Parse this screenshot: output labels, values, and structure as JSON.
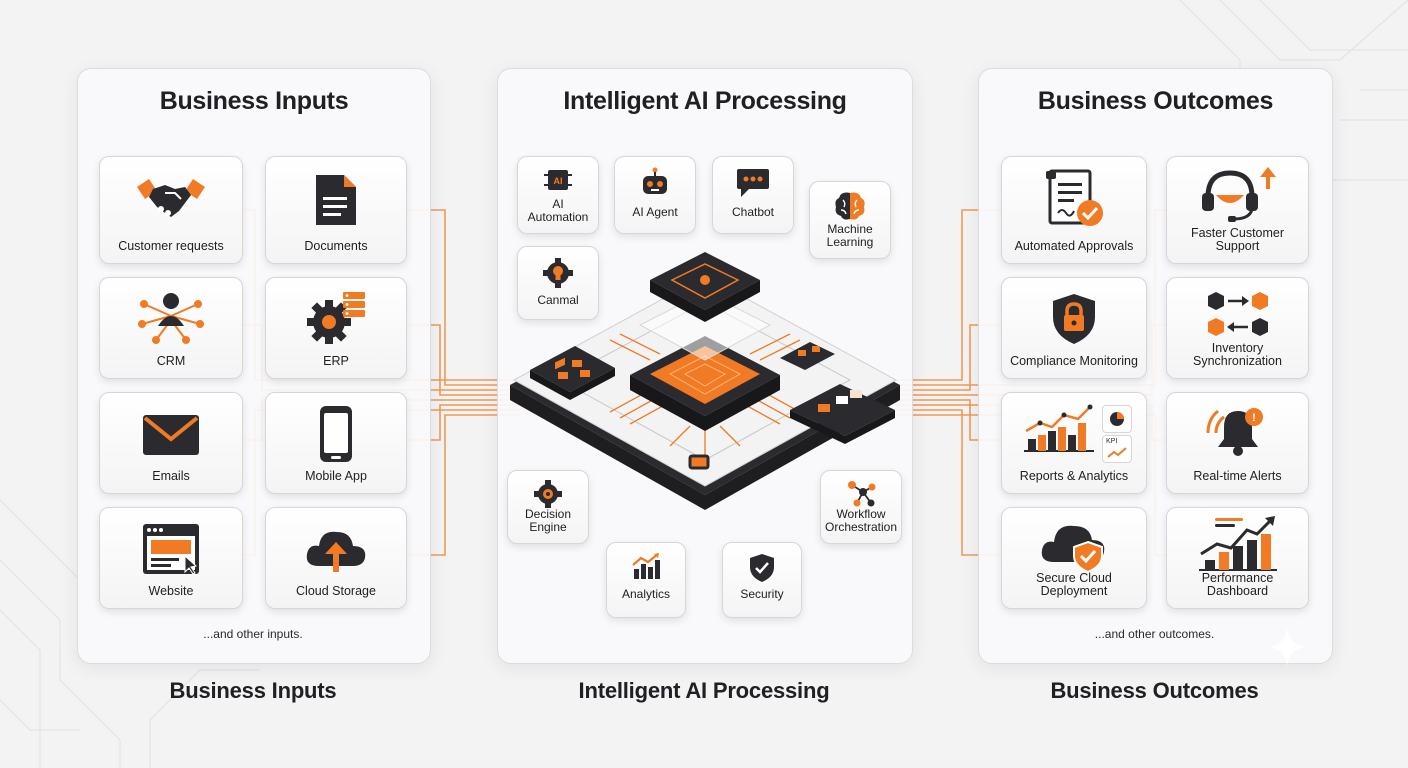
{
  "panels": {
    "inputs": {
      "title": "Business Inputs",
      "more": "...and other inputs.",
      "bottom_title": "Business Inputs"
    },
    "processing": {
      "title": "Intelligent AI Processing",
      "bottom_title": "Intelligent AI Processing"
    },
    "outcomes": {
      "title": "Business Outcomes",
      "more": "...and other outcomes.",
      "bottom_title": "Business Outcomes"
    }
  },
  "inputs": [
    {
      "label": "Customer requests",
      "icon": "handshake-icon"
    },
    {
      "label": "Documents",
      "icon": "document-icon"
    },
    {
      "label": "CRM",
      "icon": "crm-network-icon"
    },
    {
      "label": "ERP",
      "icon": "gear-server-icon"
    },
    {
      "label": "Emails",
      "icon": "envelope-icon"
    },
    {
      "label": "Mobile App",
      "icon": "smartphone-icon"
    },
    {
      "label": "Website",
      "icon": "browser-window-icon"
    },
    {
      "label": "Cloud Storage",
      "icon": "cloud-upload-icon"
    }
  ],
  "processing": [
    {
      "label": "AI\nAutomation",
      "icon": "ai-chip-icon"
    },
    {
      "label": "AI Agent",
      "icon": "robot-icon"
    },
    {
      "label": "Chatbot",
      "icon": "chat-bubble-icon"
    },
    {
      "label": "Machine\nLearning",
      "icon": "brain-icon"
    },
    {
      "label": "Canmal",
      "icon": "gear-bulb-icon"
    },
    {
      "label": "Decision\nEngine",
      "icon": "decision-gear-icon"
    },
    {
      "label": "Workflow\nOrchestration",
      "icon": "workflow-nodes-icon"
    },
    {
      "label": "Analytics",
      "icon": "bar-chart-icon"
    },
    {
      "label": "Security",
      "icon": "shield-check-icon"
    }
  ],
  "outcomes": [
    {
      "label": "Automated Approvals",
      "icon": "approved-document-icon"
    },
    {
      "label": "Faster Customer\nSupport",
      "icon": "headset-icon"
    },
    {
      "label": "Compliance Monitoring",
      "icon": "shield-lock-icon"
    },
    {
      "label": "Inventory\nSynchronization",
      "icon": "boxes-sync-icon"
    },
    {
      "label": "Reports & Analytics",
      "icon": "reports-chart-icon",
      "badge": "KPI"
    },
    {
      "label": "Real-time Alerts",
      "icon": "bell-icon"
    },
    {
      "label": "Secure Cloud\nDeployment",
      "icon": "cloud-shield-icon"
    },
    {
      "label": "Performance\nDashboard",
      "icon": "growth-chart-icon"
    }
  ],
  "colors": {
    "accent": "#f07b24",
    "dark": "#2b2b2f",
    "panel": "#fafafb",
    "background": "#f3f3f4"
  }
}
